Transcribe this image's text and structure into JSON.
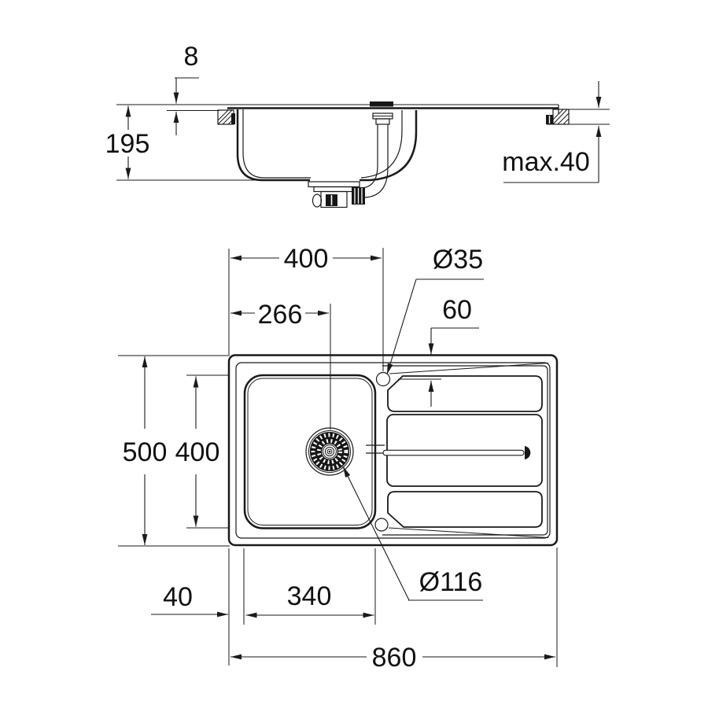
{
  "drawing": {
    "type": "sink-installation-technical-drawing",
    "side_view": {
      "rim_height": "8",
      "total_depth": "195",
      "counter_thickness_max": "max.40"
    },
    "top_view": {
      "faucet_hole_offset_x": "400",
      "drain_offset_x": "266",
      "faucet_hole_diameter": "Ø35",
      "faucet_hole_offset_y": "60",
      "overall_depth": "500",
      "bowl_depth": "400",
      "bowl_left_offset": "40",
      "bowl_width": "340",
      "drain_diameter": "Ø116",
      "overall_width": "860"
    }
  }
}
